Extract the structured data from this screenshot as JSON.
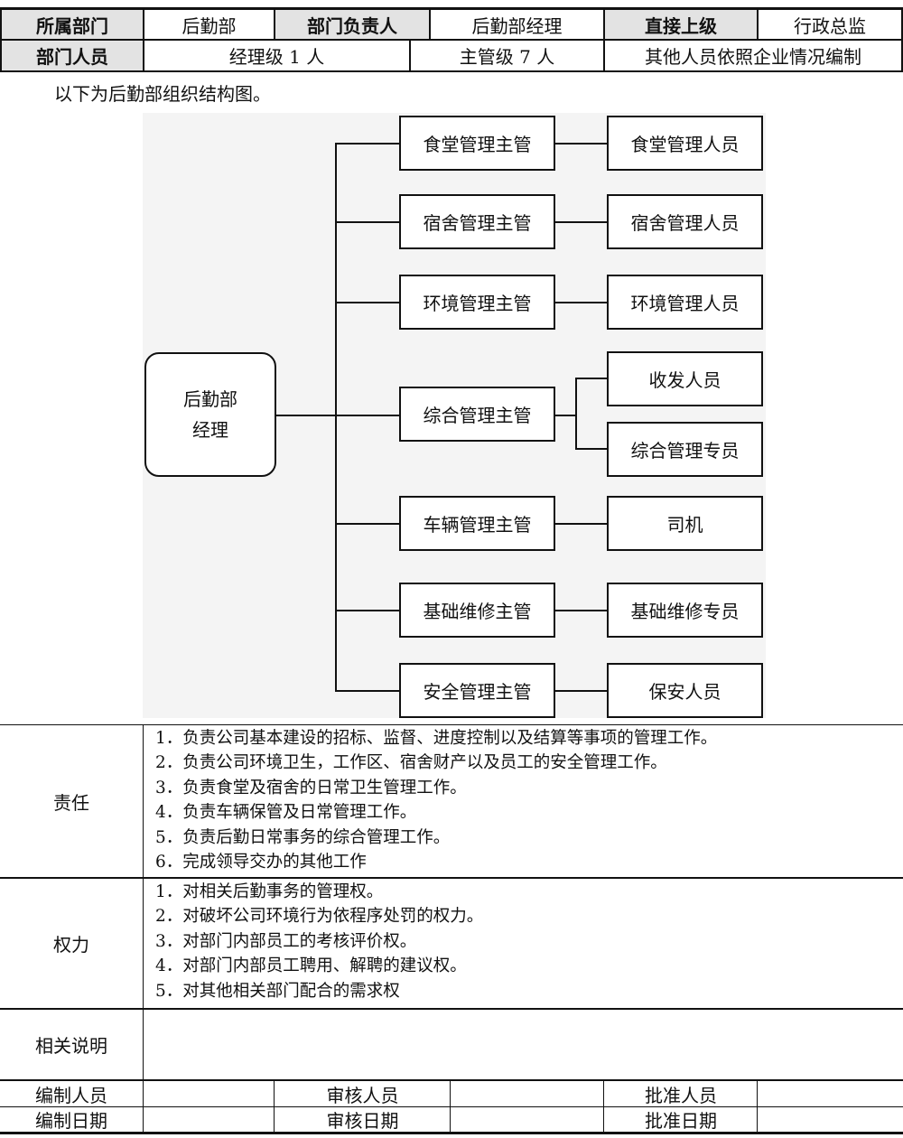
{
  "header": {
    "row1": {
      "dept_label": "所属部门",
      "dept_value": "后勤部",
      "head_label": "部门负责人",
      "head_value": "后勤部经理",
      "superior_label": "直接上级",
      "superior_value": "行政总监"
    },
    "row2": {
      "staff_label": "部门人员",
      "manager_level": "经理级 1 人",
      "supervisor_level": "主管级 7 人",
      "others": "其他人员依照企业情况编制"
    }
  },
  "intro": "以下为后勤部组织结构图。",
  "org_chart": {
    "root": {
      "line1": "后勤部",
      "line2": "经理"
    },
    "supervisors": [
      "食堂管理主管",
      "宿舍管理主管",
      "环境管理主管",
      "综合管理主管",
      "车辆管理主管",
      "基础维修主管",
      "安全管理主管"
    ],
    "staff": [
      "食堂管理人员",
      "宿舍管理人员",
      "环境管理人员",
      "收发人员",
      "综合管理专员",
      "司机",
      "基础维修专员",
      "保安人员"
    ]
  },
  "responsibilities": {
    "label": "责任",
    "items": [
      "1．负责公司基本建设的招标、监督、进度控制以及结算等事项的管理工作。",
      "2．负责公司环境卫生，工作区、宿舍财产以及员工的安全管理工作。",
      "3．负责食堂及宿舍的日常卫生管理工作。",
      "4．负责车辆保管及日常管理工作。",
      "5．负责后勤日常事务的综合管理工作。",
      "6．完成领导交办的其他工作"
    ]
  },
  "authority": {
    "label": "权力",
    "items": [
      "1．对相关后勤事务的管理权。",
      "2．对破坏公司环境行为依程序处罚的权力。",
      "3．对部门内部员工的考核评价权。",
      "4．对部门内部员工聘用、解聘的建议权。",
      "5．对其他相关部门配合的需求权"
    ]
  },
  "notes": {
    "label": "相关说明",
    "value": ""
  },
  "footer": {
    "compiled_by": "编制人员",
    "reviewed_by": "审核人员",
    "approved_by": "批准人员",
    "compiled_date": "编制日期",
    "reviewed_date": "审核日期",
    "approved_date": "批准日期"
  }
}
